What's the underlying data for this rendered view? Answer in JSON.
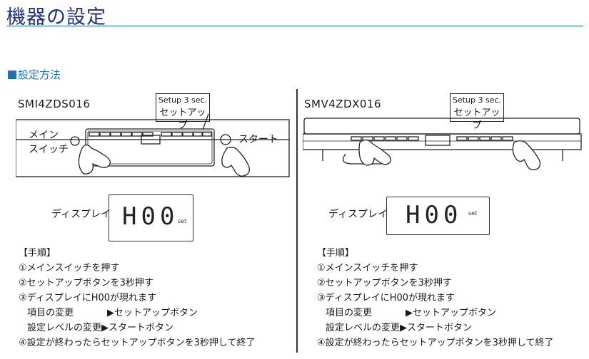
{
  "page_title": "機器の設定",
  "section_title": "設定方法",
  "left": {
    "model": "SMI4ZDS016",
    "callout_en": "Setup 3 sec.",
    "callout_jp": "セットアップ",
    "main_switch_label": "メイン\nスイッチ",
    "start_label": "スタート",
    "display_label": "ディスプレイ",
    "display_code": "H00",
    "display_set": "set"
  },
  "right": {
    "model": "SMV4ZDX016",
    "callout_en": "Setup 3 sec.",
    "callout_jp": "セットアップ",
    "display_label": "ディスプレイ",
    "display_code": "H00",
    "display_set": "set"
  },
  "steps": {
    "heading": "【手順】",
    "s1": "①メインスイッチを押す",
    "s2": "②セットアップボタンを3秒押す",
    "s3": "③ディスプレイにH00が現れます",
    "s3a_item": "項目の変更",
    "s3a_action": "▶セットアップボタン",
    "s3b": "設定レベルの変更▶スタートボタン",
    "s4": "④設定が終わったらセットアップボタンを3秒押して終了"
  },
  "colors": {
    "title": "#1e2f8a",
    "accent": "#1e73b8"
  }
}
